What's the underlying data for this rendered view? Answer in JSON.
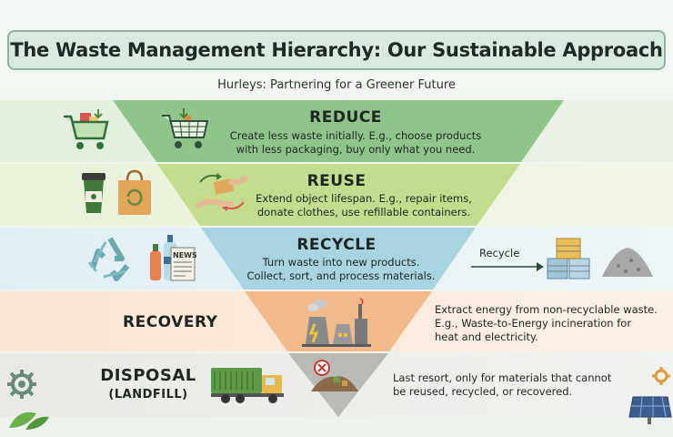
{
  "header": {
    "title": "The Waste Management Hierarchy: Our Sustainable Approach",
    "subtitle": "Hurleys: Partnering for a Greener Future"
  },
  "tiers": [
    {
      "name": "REDUCE",
      "description_lines": [
        "Create less waste initially. E.g., choose products",
        "with less packaging, buy only what you need."
      ],
      "color": "#8fc58a"
    },
    {
      "name": "REUSE",
      "description_lines": [
        "Extend object lifespan. E.g., repair items,",
        "donate clothes, use refillable containers."
      ],
      "color": "#c4dc8e"
    },
    {
      "name": "RECYCLE",
      "description_lines": [
        "Turn waste into new products.",
        "Collect, sort, and process materials."
      ],
      "color": "#a8d3e0"
    },
    {
      "name": "RECOVERY",
      "description_lines": [
        "Extract energy from non-recyclable waste.",
        "E.g., Waste-to-Energy incineration for",
        "heat and electricity."
      ],
      "color": "#f2b98a"
    },
    {
      "name_lines": [
        "DISPOSAL",
        "(LANDFILL)"
      ],
      "description_lines": [
        "Last resort, only for materials that cannot",
        "be reused, recycled, or recovered."
      ],
      "color": "#b9b9b5"
    }
  ],
  "recycle_output": {
    "label": "Recycle"
  },
  "icons": [
    "shopping-cart-icon",
    "coffee-cup-icon",
    "shopping-bag-icon",
    "hands-exchange-icon",
    "recycle-symbol-icon",
    "bottles-icon",
    "newspaper-icon",
    "bales-icon",
    "gravel-pile-icon",
    "power-plant-icon",
    "garbage-truck-icon",
    "landfill-icon",
    "gear-icon",
    "leaf-icon",
    "solar-panel-icon"
  ]
}
